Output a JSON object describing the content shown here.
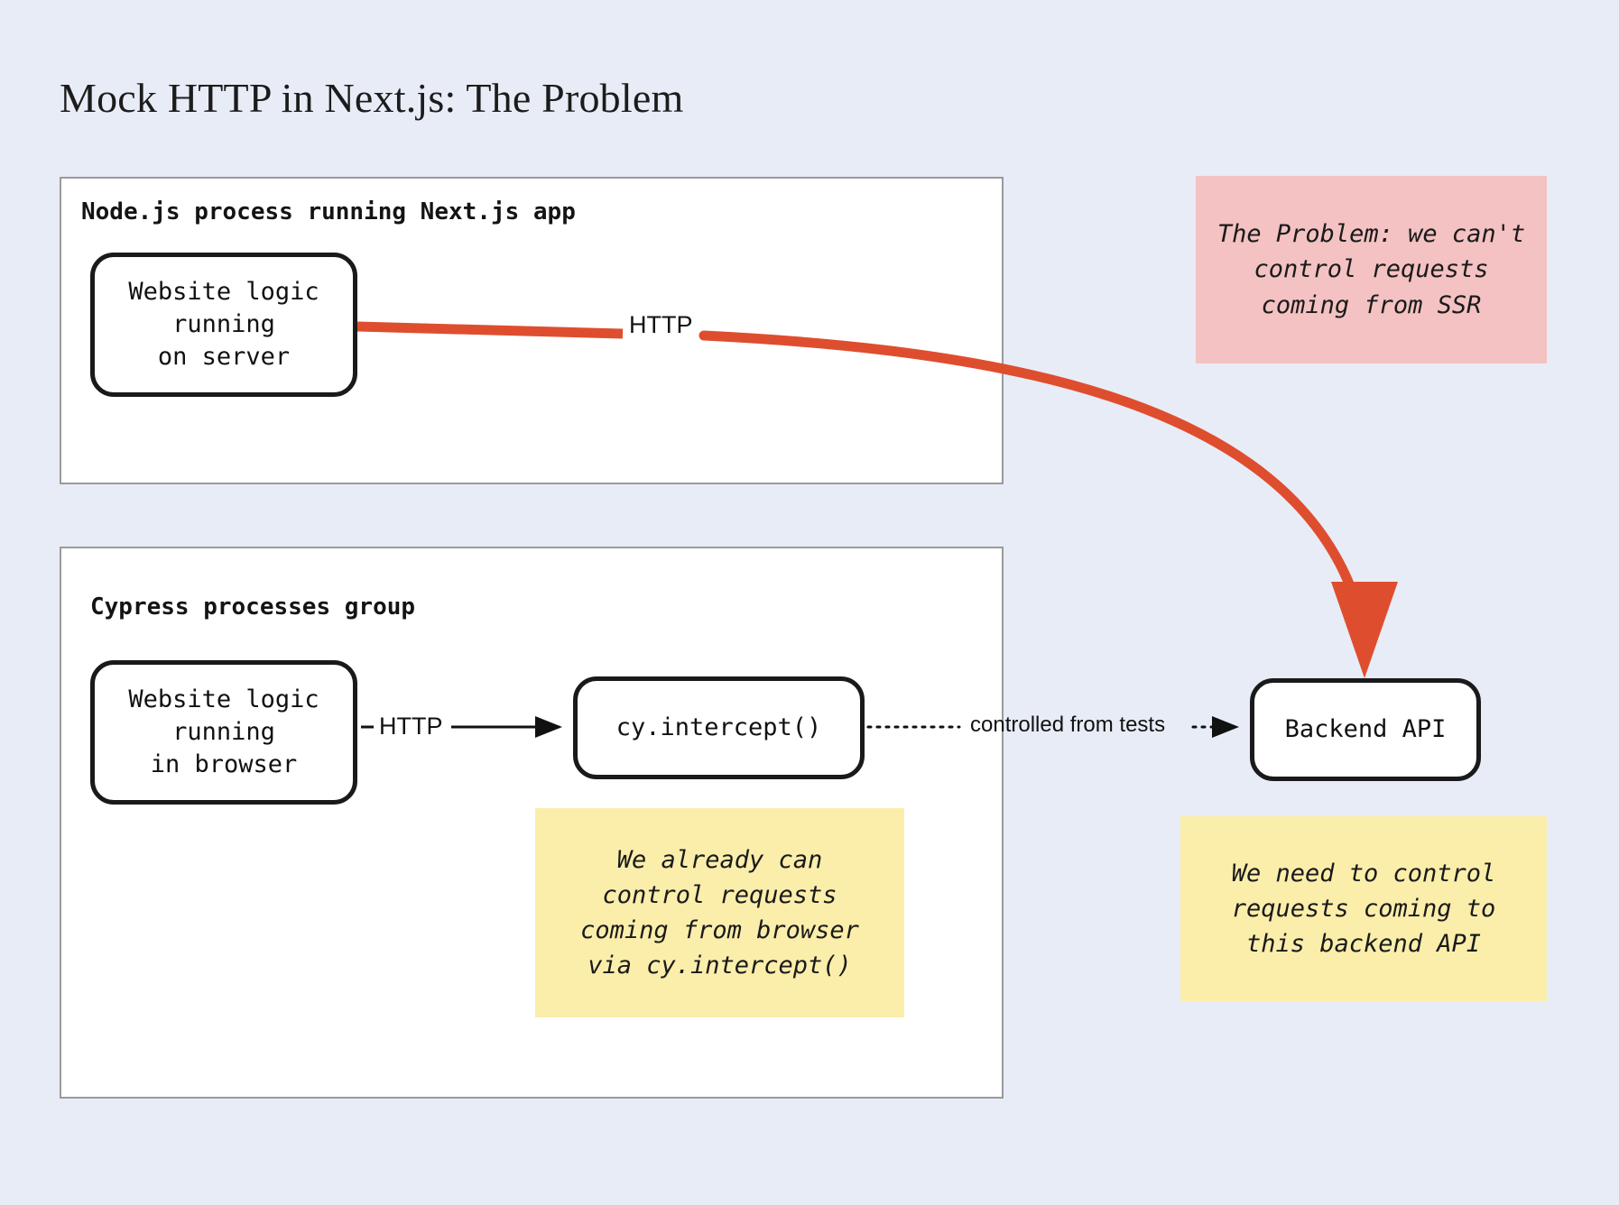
{
  "title": "Mock HTTP in Next.js: The Problem",
  "colors": {
    "background": "#e8ecf7",
    "accent_red": "#de4e2e",
    "note_pink": "#f4c2c2",
    "note_yellow": "#fbeeab",
    "box_border": "#1a1a1a",
    "group_border": "#9a9a9a"
  },
  "groups": [
    {
      "id": "node-process",
      "label": "Node.js process running Next.js app"
    },
    {
      "id": "cypress-group",
      "label": "Cypress processes group"
    }
  ],
  "nodes": {
    "server": "Website logic\nrunning\non server",
    "browser": "Website logic\nrunning\nin browser",
    "intercept": "cy.intercept()",
    "backend": "Backend API"
  },
  "edges": {
    "http_top": "HTTP",
    "http_bottom": "HTTP",
    "controlled_from_tests": "controlled from tests"
  },
  "notes": {
    "problem": "The Problem: we can't\ncontrol requests\ncoming from SSR",
    "browser_control": "We already can\ncontrol requests\ncoming from browser\nvia cy.intercept()",
    "backend_control": "We need to control\nrequests coming to\nthis backend API"
  }
}
